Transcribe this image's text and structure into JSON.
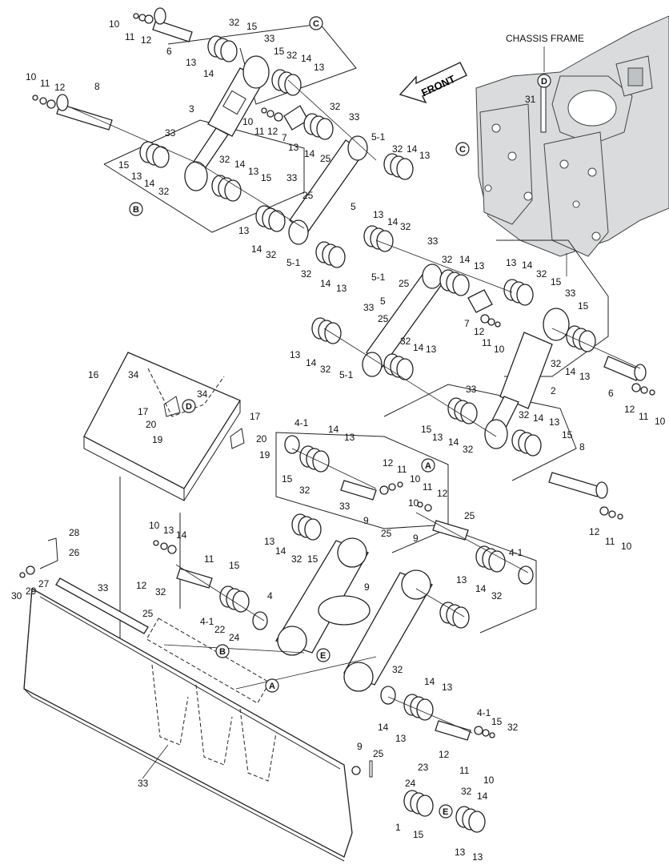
{
  "labels": {
    "chassis_frame": "CHASSIS FRAME",
    "front": "FRONT",
    "callout_a": "A",
    "callout_b": "B",
    "callout_c": "C",
    "callout_d": "D",
    "callout_e": "E"
  },
  "part_numbers": [
    "10",
    "11",
    "12",
    "6",
    "32",
    "15",
    "33",
    "13",
    "14",
    "3",
    "10",
    "11",
    "12",
    "8",
    "15",
    "32",
    "14",
    "13",
    "10",
    "11",
    "12",
    "7",
    "13",
    "14",
    "32",
    "33",
    "25",
    "5-1",
    "32",
    "14",
    "13",
    "33",
    "15",
    "13",
    "14",
    "32",
    "32",
    "14",
    "13",
    "15",
    "25",
    "33",
    "13",
    "14",
    "32",
    "5",
    "5-1",
    "32",
    "14",
    "13",
    "31",
    "13",
    "32",
    "14",
    "33",
    "5-1",
    "25",
    "32",
    "14",
    "13",
    "13",
    "14",
    "32",
    "15",
    "33",
    "15",
    "5",
    "33",
    "25",
    "7",
    "12",
    "11",
    "10",
    "2",
    "13",
    "32",
    "14",
    "13",
    "32",
    "14",
    "5-1",
    "32",
    "14",
    "13",
    "6",
    "12",
    "11",
    "10",
    "16",
    "34",
    "34",
    "17",
    "20",
    "19",
    "17",
    "20",
    "19",
    "33",
    "15",
    "13",
    "14",
    "32",
    "32",
    "14",
    "13",
    "15",
    "8",
    "4-1",
    "14",
    "13",
    "15",
    "32",
    "12",
    "11",
    "10",
    "9",
    "25",
    "33",
    "11",
    "12",
    "10",
    "9",
    "25",
    "12",
    "11",
    "10",
    "13",
    "14",
    "32",
    "15",
    "13",
    "14",
    "32",
    "4-1",
    "28",
    "26",
    "30",
    "29",
    "27",
    "10",
    "11",
    "12",
    "33",
    "25",
    "9",
    "15",
    "13",
    "14",
    "32",
    "4-1",
    "22",
    "24",
    "4",
    "32",
    "14",
    "13",
    "14",
    "13",
    "4-1",
    "15",
    "32",
    "12",
    "11",
    "10",
    "9",
    "25",
    "33",
    "24",
    "23",
    "1",
    "15",
    "32",
    "14",
    "13",
    "13",
    "14",
    "32",
    "15"
  ]
}
